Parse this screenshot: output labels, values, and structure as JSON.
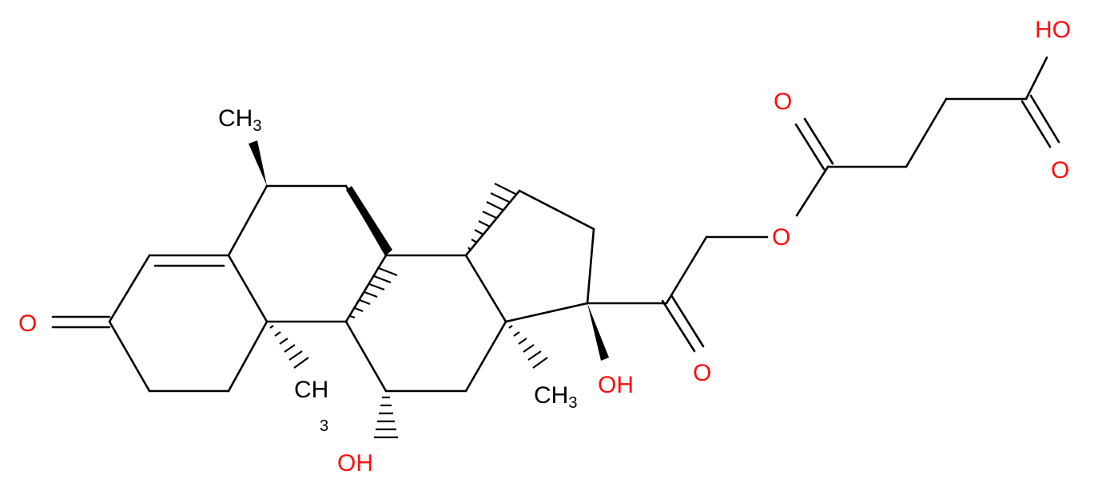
{
  "colors": {
    "bond": "#000000",
    "oxygen": "#ff0d0d",
    "background": "#ffffff"
  },
  "labels": {
    "ch3_top": {
      "main": "CH",
      "sub": "3"
    },
    "ch3_c13": {
      "main": "CH",
      "sub": "3"
    },
    "ch3_c10": {
      "main": "CH",
      "sub": "3"
    },
    "oh_c11": "OH",
    "oh_c17": "OH",
    "oh_acid": "HO",
    "o_ketone3": "O",
    "o_ketone20": "O",
    "o_ester": "O",
    "o_ester_carbonyl": "O",
    "o_acid_carbonyl": "O"
  }
}
